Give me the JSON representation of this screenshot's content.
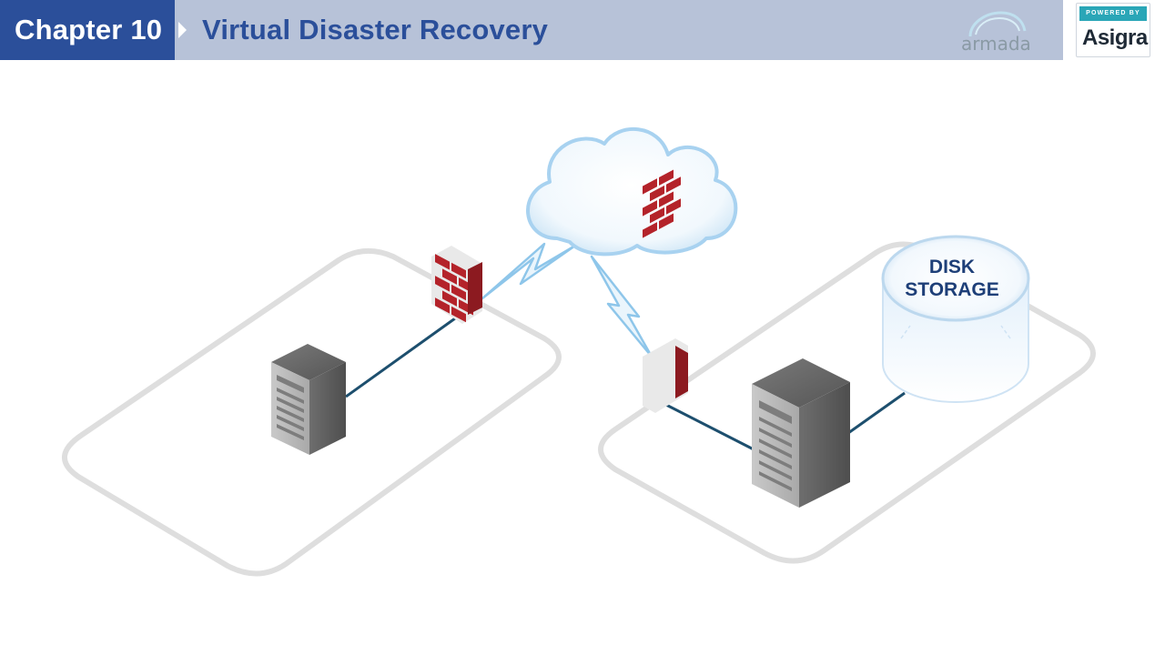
{
  "header": {
    "chapter": "Chapter 10",
    "title": "Virtual Disaster Recovery",
    "logo_text": "armada",
    "badge_top": "POWERED BY",
    "badge_text": "Asigra"
  },
  "diagram": {
    "storage_line1": "DISK",
    "storage_line2": "STORAGE"
  },
  "colors": {
    "chapter_bg": "#2b4f9a",
    "header_bg": "#b7c2d8",
    "title": "#2b4f9a",
    "link_line": "#1d4f6e",
    "firewall": "#b4232a"
  },
  "icons": [
    "cloud-icon",
    "firewall-icon",
    "server-icon",
    "disk-storage-icon",
    "lightning-link-icon"
  ]
}
